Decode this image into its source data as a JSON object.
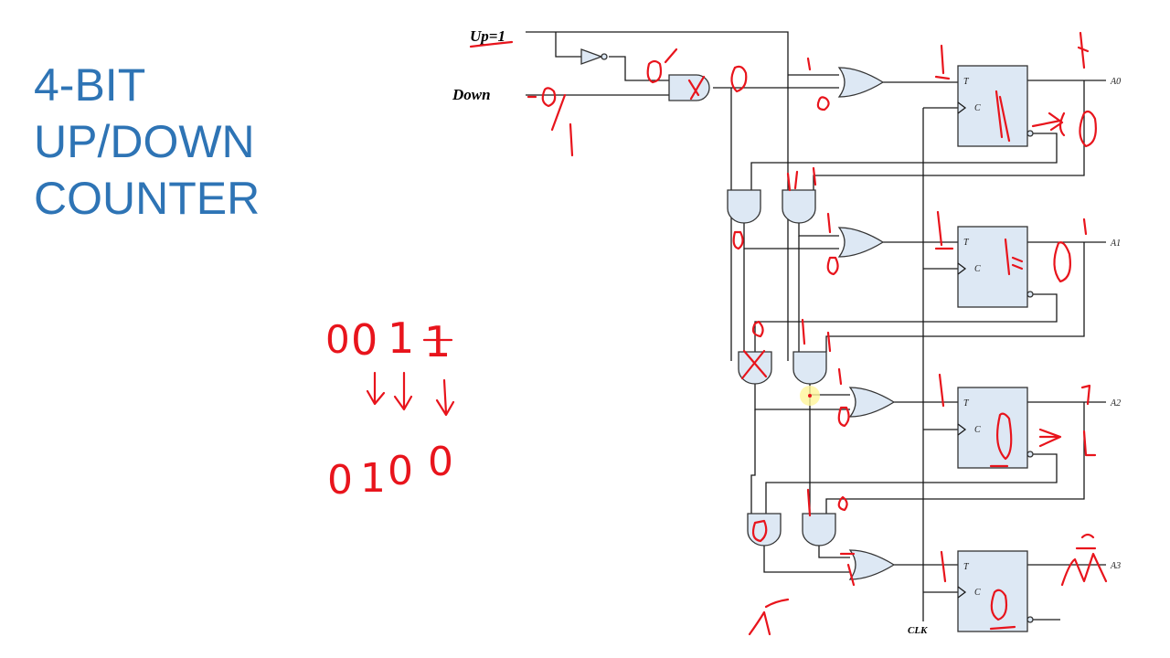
{
  "slide": {
    "title_lines": [
      "4-BIT",
      "UP/DOWN",
      "COUNTER"
    ]
  },
  "diagram": {
    "up_label": "Up=1",
    "down_label": "Down",
    "clock_label": "CLK",
    "ff_t_label": "T",
    "ff_c_label": "C",
    "outputs": [
      "A0",
      "A1",
      "A2",
      "A3"
    ]
  },
  "annotations": {
    "before_bits": [
      "0",
      "0",
      "1",
      "1"
    ],
    "after_bits": [
      "0",
      "1",
      "0",
      "0"
    ],
    "ink_color": "#e8141c",
    "title_color": "#2e74b5"
  }
}
